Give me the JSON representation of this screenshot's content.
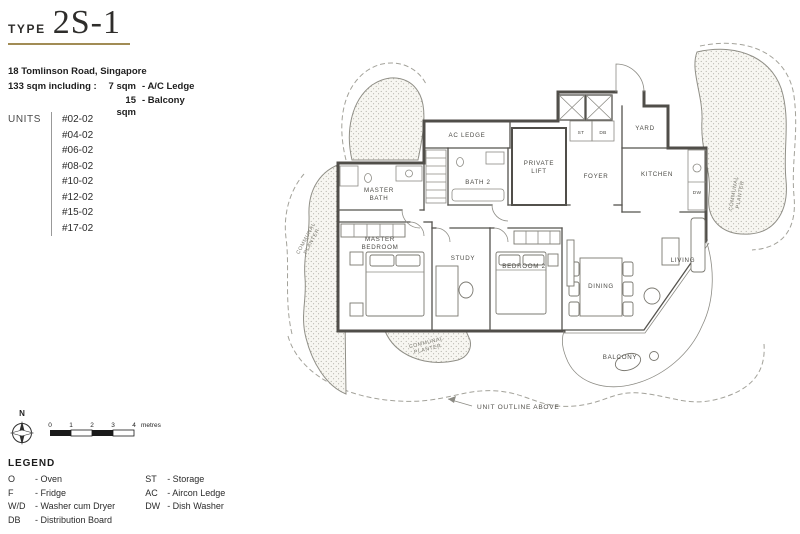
{
  "header": {
    "type_label": "TYPE",
    "type_code": "2S-1",
    "address": "18 Tomlinson Road, Singapore",
    "area_line": "133 sqm including :",
    "area_items": [
      {
        "qty": "7 sqm",
        "desc": "- A/C Ledge"
      },
      {
        "qty": "15 sqm",
        "desc": "- Balcony"
      }
    ]
  },
  "units": {
    "label": "UNITS",
    "list": [
      "#02-02",
      "#04-02",
      "#06-02",
      "#08-02",
      "#10-02",
      "#12-02",
      "#15-02",
      "#17-02"
    ]
  },
  "plan": {
    "rooms": {
      "ac_ledge": "AC LEDGE",
      "yard": "YARD",
      "kitchen": "KITCHEN",
      "foyer": "FOYER",
      "private_lift": "PRIVATE\nLIFT",
      "bath2": "BATH 2",
      "master_bath": "MASTER\nBATH",
      "master_bedroom": "MASTER\nBEDROOM",
      "study": "STUDY",
      "bedroom2": "BEDROOM 2",
      "dining": "DINING",
      "living": "LIVING",
      "balcony": "BALCONY",
      "st": "ST",
      "db": "DB",
      "dw": "DW"
    },
    "planters": {
      "left": "COMMUNAL\nPLANTER",
      "bottom": "COMMUNAL\nPLANTER",
      "right": "COMMUNAL\nPLANTER"
    },
    "annotation": "UNIT OUTLINE ABOVE"
  },
  "compass": {
    "label": "N"
  },
  "scale": {
    "ticks": [
      "0",
      "1",
      "2",
      "3",
      "4"
    ],
    "unit": "metres"
  },
  "legend": {
    "title": "LEGEND",
    "col1": [
      {
        "key": "O",
        "desc": "- Oven"
      },
      {
        "key": "F",
        "desc": "- Fridge"
      },
      {
        "key": "W/D",
        "desc": "- Washer cum Dryer"
      },
      {
        "key": "DB",
        "desc": "- Distribution Board"
      }
    ],
    "col2": [
      {
        "key": "ST",
        "desc": "- Storage"
      },
      {
        "key": "AC",
        "desc": "- Aircon Ledge"
      },
      {
        "key": "DW",
        "desc": "- Dish Washer"
      }
    ]
  }
}
